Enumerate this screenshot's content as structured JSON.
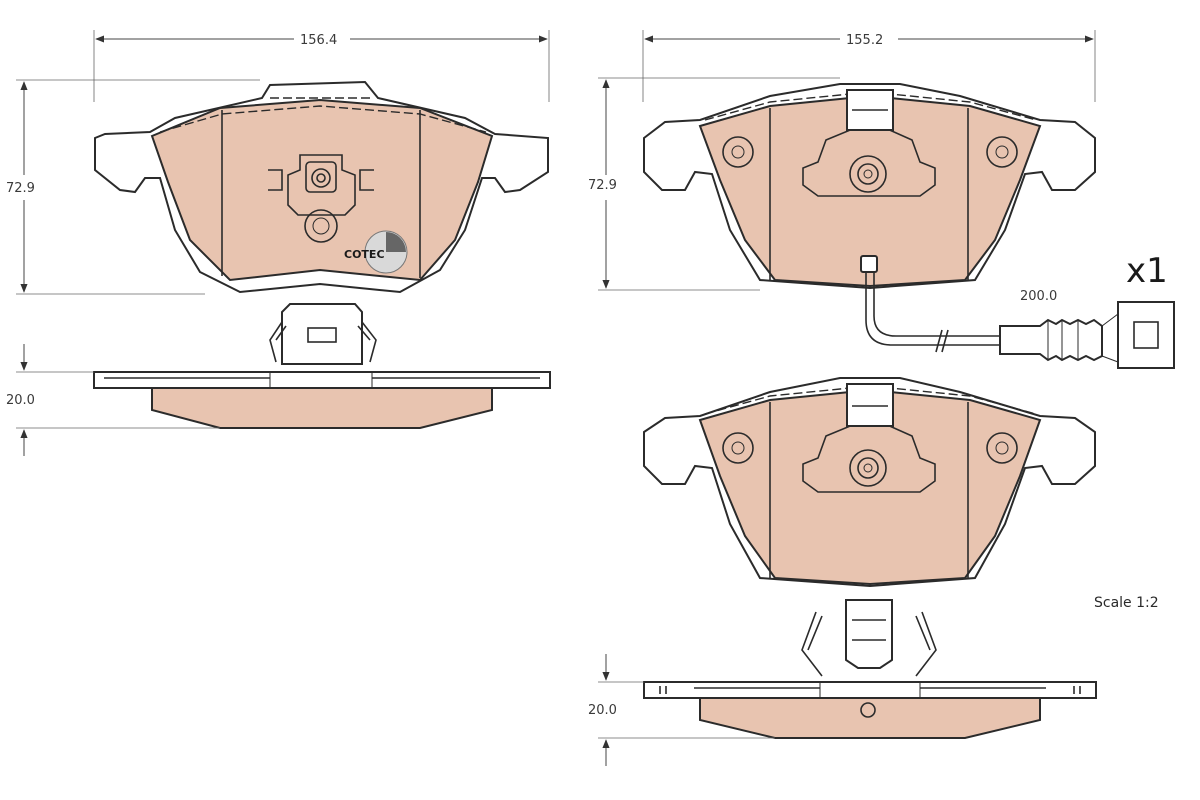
{
  "dimensions": {
    "pad1_width": "156.4",
    "pad1_height": "72.9",
    "pad1_thickness": "20.0",
    "pad2_width": "155.2",
    "pad2_height": "72.9",
    "pad2_thickness": "20.0",
    "sensor_length": "200.0"
  },
  "labels": {
    "quantity": "x1",
    "scale": "Scale 1:2",
    "logo": "COTEC"
  },
  "colors": {
    "friction_material": "#e8c4b0",
    "outline": "#2b2b2b"
  }
}
